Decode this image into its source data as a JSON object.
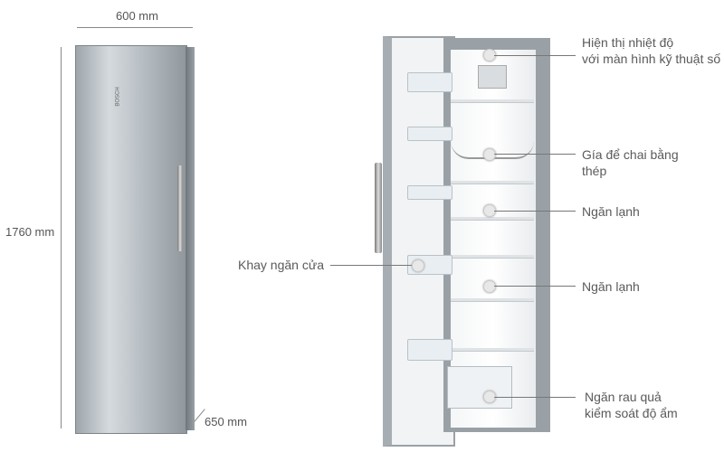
{
  "dimensions": {
    "width": "600 mm",
    "height": "1760 mm",
    "depth": "650 mm"
  },
  "brand": "BOSCH",
  "callouts": {
    "display": [
      "Hiện thị nhiệt độ",
      "với màn hình kỹ thuật số"
    ],
    "bottle_rack": [
      "Gía  để chai bằng",
      "thép"
    ],
    "cool1": "Ngăn lạnh",
    "cool2": "Ngăn lạnh",
    "door_tray": "Khay ngăn cửa",
    "crisper": [
      "Ngăn rau quả",
      "kiểm soát độ ẩm"
    ]
  }
}
